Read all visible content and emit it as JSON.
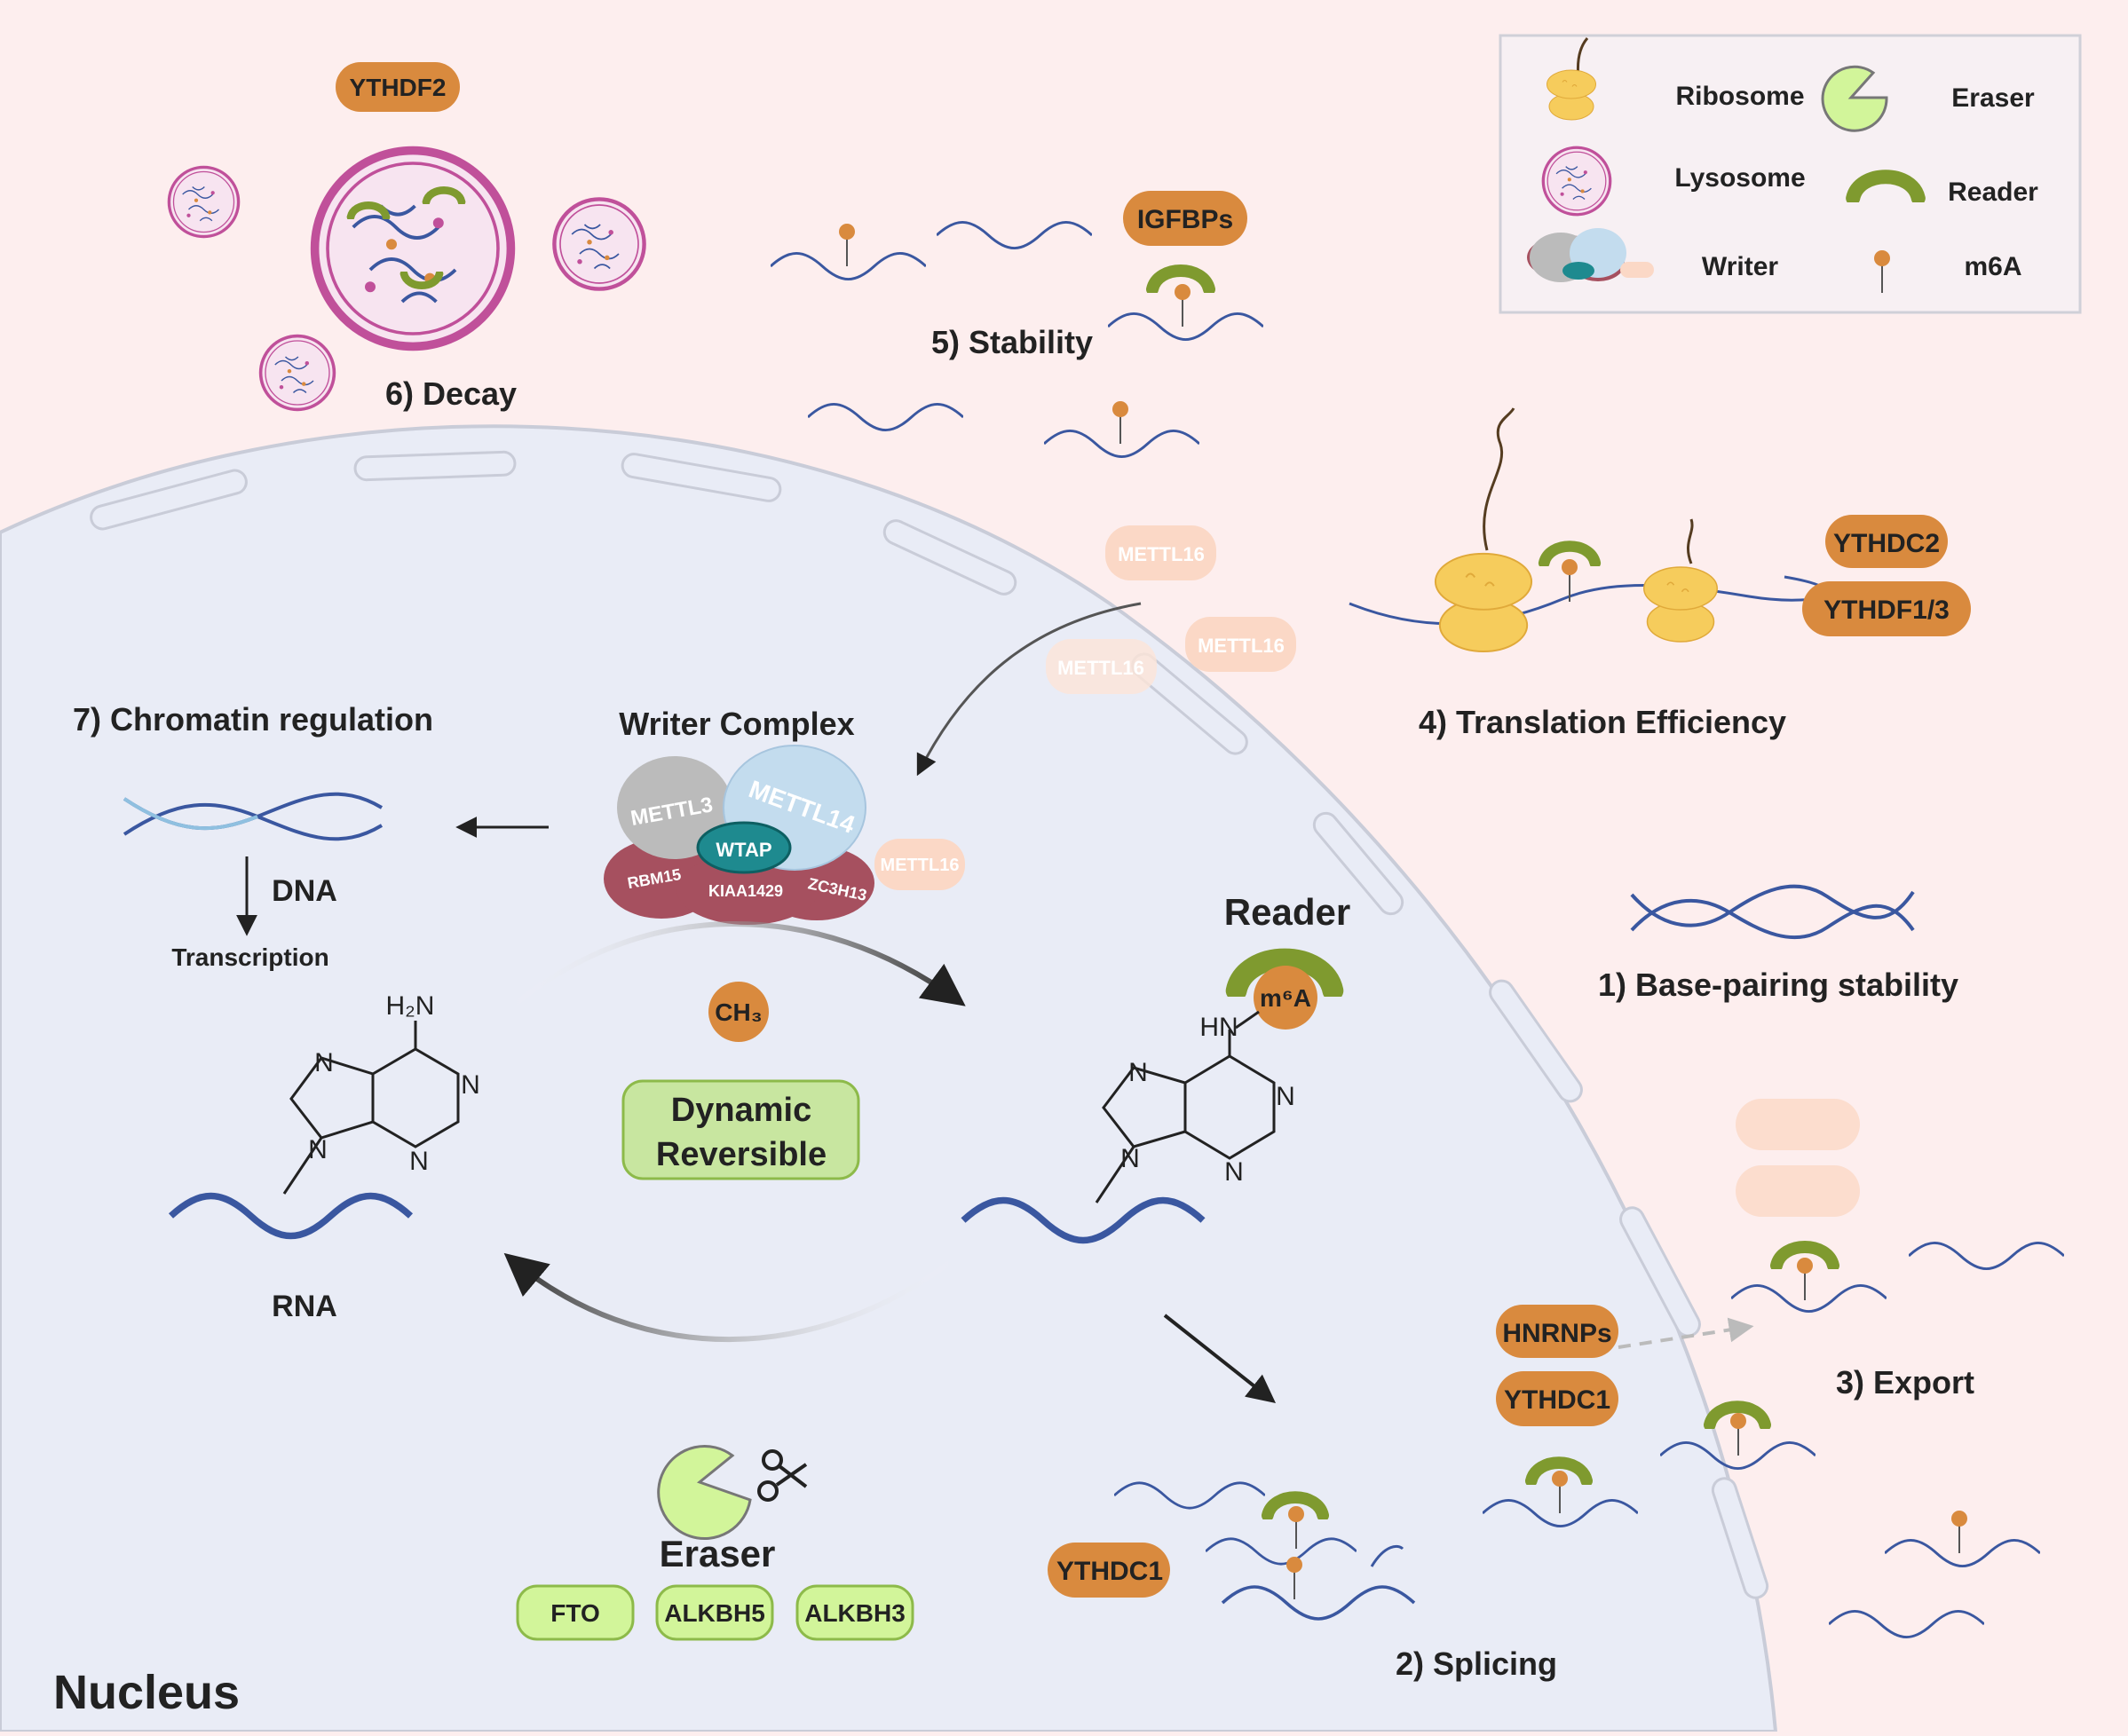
{
  "nucleus_label": "Nucleus",
  "legend": {
    "ribosome": "Ribosome",
    "lysosome": "Lysosome",
    "writer": "Writer",
    "eraser": "Eraser",
    "reader": "Reader",
    "m6a": "m6A"
  },
  "processes": {
    "decay": "6) Decay",
    "stability": "5) Stability",
    "translation": "4) Translation Efficiency",
    "chromatin": "7) Chromatin regulation",
    "base_pairing": "1) Base-pairing stability",
    "export": "3) Export",
    "splicing": "2) Splicing"
  },
  "proteins": {
    "ythdf2": "YTHDF2",
    "igfbps": "IGFBPs",
    "ythdc2": "YTHDC2",
    "ythdf13": "YTHDF1/3",
    "hnrnps": "HNRNPs",
    "ythdc1_a": "YTHDC1",
    "ythdc1_b": "YTHDC1",
    "mettl16_1": "METTL16",
    "mettl16_2": "METTL16",
    "mettl16_3": "METTL16",
    "mettl16_4": "METTL16"
  },
  "writer_complex": {
    "title": "Writer Complex",
    "mettl3": "METTL3",
    "mettl14": "METTL14",
    "wtap": "WTAP",
    "rbm15": "RBM15",
    "kiaa1429": "KIAA1429",
    "zc3h13": "ZC3H13"
  },
  "chromatin": {
    "dna": "DNA",
    "transcription": "Transcription"
  },
  "center": {
    "ch3": "CH₃",
    "dynamic": "Dynamic",
    "reversible": "Reversible",
    "rna": "RNA",
    "reader": "Reader",
    "m6a": "m⁶A"
  },
  "molecule": {
    "h2n": "H₂N",
    "hn": "HN",
    "n": "N"
  },
  "eraser": {
    "title": "Eraser",
    "fto": "FTO",
    "alkbh5": "ALKBH5",
    "alkbh3": "ALKBH3"
  },
  "colors": {
    "background": "#fdeeee",
    "nucleus": "#e9ecf6",
    "rna": "#3a57a0",
    "protein_orange": "#d98a3e",
    "reader_green": "#7f9a2f",
    "eraser_green": "#d2f59a",
    "m6a_dot": "#d98a3e",
    "ribosome": "#f6cc5c",
    "lysosome": "#c0509a"
  },
  "icons": [
    "ribosome-icon",
    "lysosome-icon",
    "writer-icon",
    "eraser-icon",
    "reader-icon",
    "m6a-icon",
    "scissors-icon"
  ]
}
